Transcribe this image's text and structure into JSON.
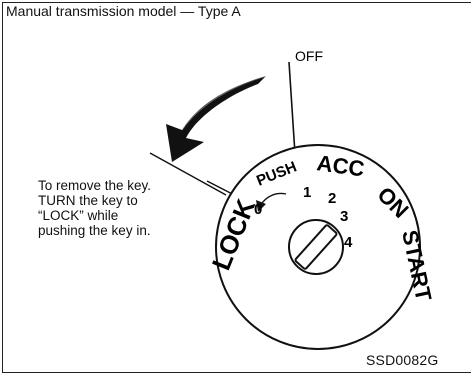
{
  "title": "Manual transmission model — Type A",
  "labels": {
    "off": "OFF",
    "lock": "LOCK",
    "push": "PUSH",
    "acc": "ACC",
    "on": "ON",
    "start": "START"
  },
  "positions": [
    "0",
    "1",
    "2",
    "3",
    "4"
  ],
  "instruction": [
    "To remove the key.",
    "TURN the key to",
    "“LOCK” while",
    "pushing the key in."
  ],
  "figure_code": "SSD0082G"
}
